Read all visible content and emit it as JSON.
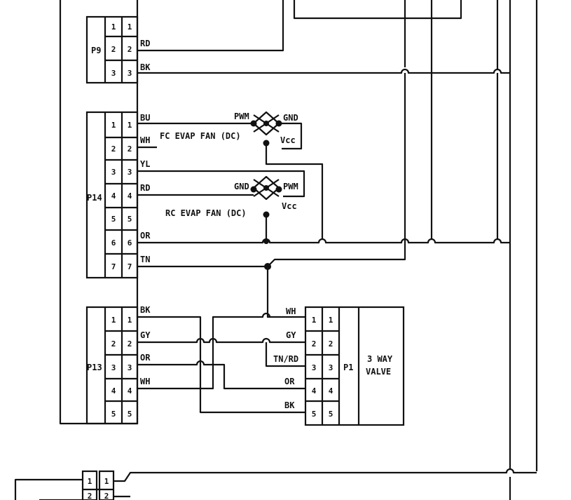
{
  "connectors": {
    "p9": {
      "label": "P9",
      "pins": [
        "1",
        "2",
        "3"
      ]
    },
    "p14": {
      "label": "P14",
      "pins": [
        "1",
        "2",
        "3",
        "4",
        "5",
        "6",
        "7"
      ]
    },
    "p13": {
      "label": "P13",
      "pins": [
        "1",
        "2",
        "3",
        "4",
        "5"
      ]
    },
    "p1": {
      "label": "P1",
      "pins": [
        "1",
        "2",
        "3",
        "4",
        "5"
      ]
    },
    "bottom": {
      "pins": [
        "1",
        "2"
      ]
    }
  },
  "wires": {
    "p9": [
      "RD",
      "BK"
    ],
    "p14": [
      "BU",
      "WH",
      "YL",
      "RD",
      "OR",
      "TN"
    ],
    "p13": [
      "BK",
      "GY",
      "OR",
      "WH"
    ],
    "p1": [
      "WH",
      "GY",
      "TN/RD",
      "OR",
      "BK"
    ]
  },
  "fans": {
    "fc": {
      "label": "FC EVAP FAN (DC)",
      "pwm": "PWM",
      "gnd": "GND",
      "vcc": "Vcc"
    },
    "rc": {
      "label": "RC EVAP FAN (DC)",
      "pwm": "PWM",
      "gnd": "GND",
      "vcc": "Vcc"
    }
  },
  "valve": {
    "line1": "3 WAY",
    "line2": "VALVE"
  }
}
